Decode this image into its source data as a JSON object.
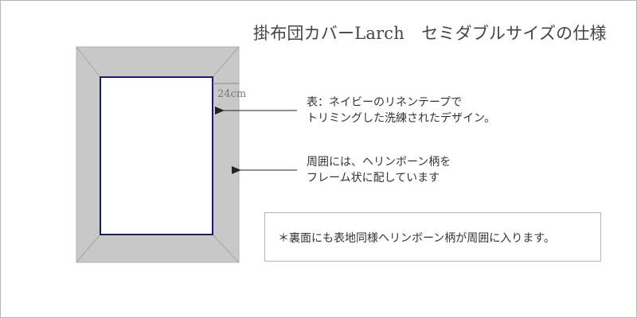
{
  "title": "掛布団カバーLarch　セミダブルサイズの仕様",
  "dimension_label": "24cm",
  "notes": {
    "center": {
      "line1": "表：ネイビーのリネンテープで",
      "line2": "トリミングした洗練されたデザイン。"
    },
    "border": {
      "line1": "周囲には、ヘリンボーン柄を",
      "line2": "フレーム状に配しています"
    }
  },
  "footnote": "＊裏面にも表地同様ヘリンボーン柄が周囲に入ります。",
  "colors": {
    "border_fill": "#c8c8c8",
    "trim": "#1a1a6e",
    "panel": "#ffffff"
  }
}
